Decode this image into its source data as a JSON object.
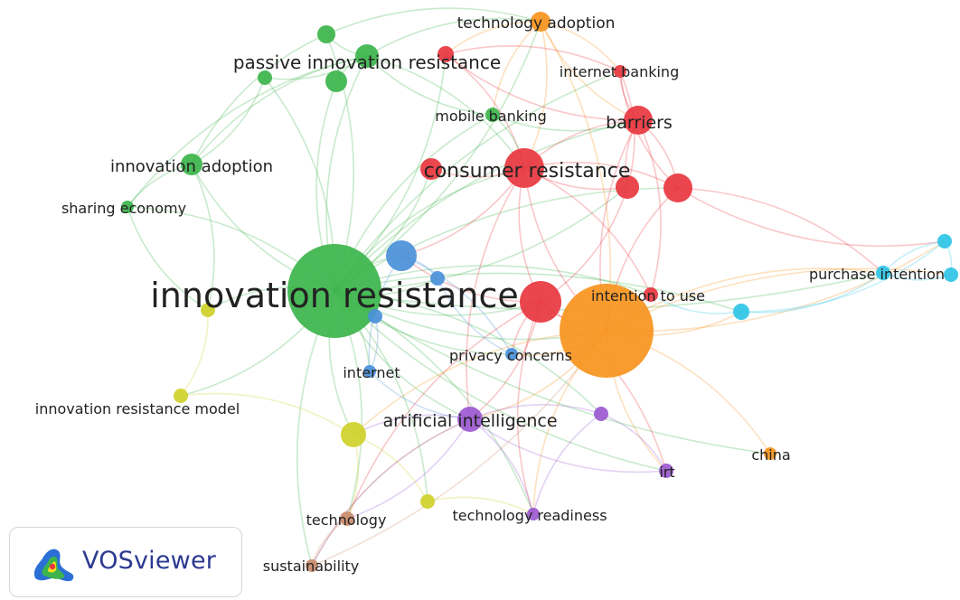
{
  "app": {
    "name": "VOSviewer",
    "view": "network-visualization"
  },
  "colors": {
    "green": "#3cb44b",
    "red": "#e8363f",
    "blue": "#4a90d9",
    "orange": "#f7941d",
    "cyan": "#2ec4e6",
    "purple": "#9b59d0",
    "yellow": "#cfd12a",
    "brown": "#c98b6a"
  },
  "labels": {
    "innovation_resistance": "innovation resistance",
    "passive_innovation_resistance": "passive innovation resistance",
    "innovation_adoption": "innovation adoption",
    "sharing_economy": "sharing economy",
    "technology_adoption": "technology adoption",
    "internet_banking": "internet banking",
    "mobile_banking": "mobile banking",
    "barriers": "barriers",
    "consumer_resistance": "consumer resistance",
    "intention_to_use": "intention to use",
    "purchase_intention": "purchase intention",
    "privacy_concerns": "privacy concerns",
    "internet": "internet",
    "innovation_resistance_model": "innovation resistance model",
    "artificial_intelligence": "artificial intelligence",
    "china": "china",
    "irt": "irt",
    "technology": "technology",
    "technology_readiness": "technology readiness",
    "sustainability": "sustainability"
  },
  "clusters": {
    "green": [
      "innovation resistance",
      "passive innovation resistance",
      "innovation adoption",
      "sharing economy",
      "mobile banking"
    ],
    "red": [
      "consumer resistance",
      "barriers",
      "internet banking"
    ],
    "orange": [
      "technology adoption",
      "china"
    ],
    "cyan": [
      "purchase intention"
    ],
    "blue": [
      "internet",
      "privacy concerns"
    ],
    "purple": [
      "artificial intelligence",
      "irt",
      "technology readiness"
    ],
    "yellow": [
      "innovation resistance model"
    ],
    "brown": [
      "technology",
      "sustainability"
    ]
  }
}
